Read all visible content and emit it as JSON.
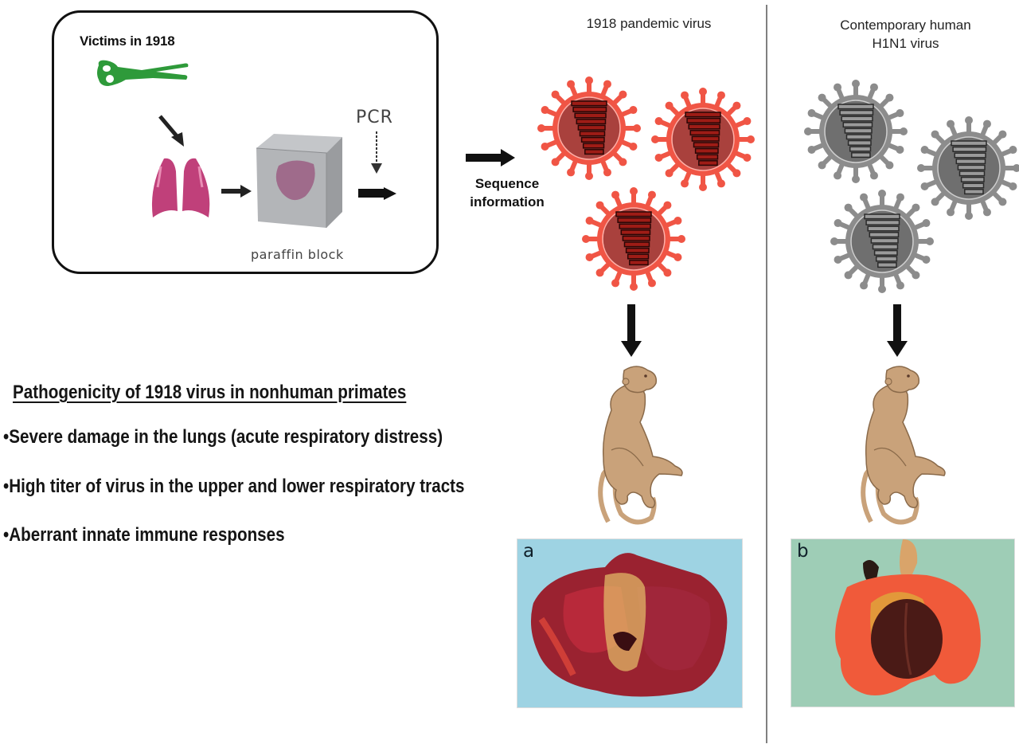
{
  "left_panel": {
    "victims_label": "Victims in 1918",
    "pcr_label": "PCR",
    "paraffin_label": "paraffin block",
    "sequence_label_line1": "Sequence",
    "sequence_label_line2": "information"
  },
  "columns": {
    "pandemic": {
      "title": "1918 pandemic virus",
      "virus_color": "#f05545",
      "photo_label": "a"
    },
    "contemporary": {
      "title_line1": "Contemporary human",
      "title_line2": "H1N1 virus",
      "virus_color": "#8c8c8c",
      "photo_label": "b"
    }
  },
  "findings": {
    "heading": "Pathogenicity of 1918 virus in nonhuman primates",
    "bullets": [
      "•Severe damage in the lungs (acute respiratory distress)",
      "•High titer of virus in the upper and lower respiratory tracts",
      "•Aberrant innate immune responses"
    ]
  },
  "colors": {
    "victim": "#2e9a3a",
    "lungs": "#c0407a",
    "monkey": "#c9a27a"
  }
}
